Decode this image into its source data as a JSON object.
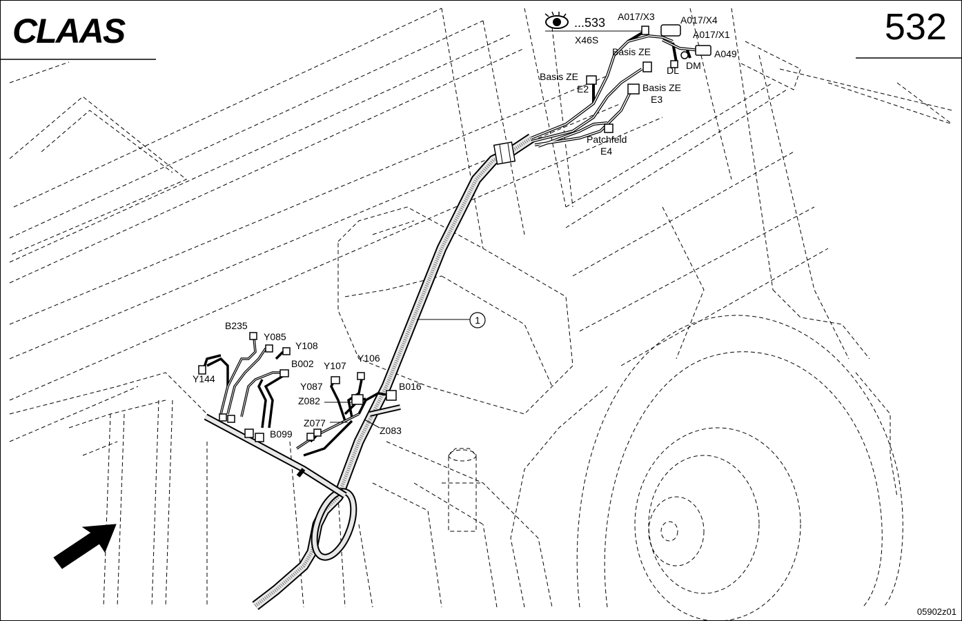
{
  "brand": {
    "logo_text": "CLAAS"
  },
  "page_number": "532",
  "figure_id": "05902z01",
  "view_reference": "...533",
  "callout": {
    "item": "1"
  },
  "labels": {
    "a017_x3": "A017/X3",
    "a017_x4": "A017/X4",
    "a017_x1": "A017/X1",
    "a049": "A049",
    "x46s": "X46S",
    "basis_ze_top": "Basis ZE",
    "dl": "DL",
    "dm": "DM",
    "basis_ze_e2": "Basis ZE",
    "e2": "E2",
    "basis_ze_e3": "Basis ZE",
    "e3": "E3",
    "patchfeld": "Patchfeld",
    "e4": "E4",
    "b235": "B235",
    "y085": "Y085",
    "y108": "Y108",
    "b002": "B002",
    "y107": "Y107",
    "y106": "Y106",
    "y144": "Y144",
    "y087": "Y087",
    "b016": "B016",
    "z082": "Z082",
    "z077": "Z077",
    "b099": "B099",
    "z083": "Z083"
  },
  "icons": {
    "view": "eye-icon",
    "direction": "arrow-icon"
  },
  "colors": {
    "ink": "#000000",
    "paper": "#ffffff",
    "harness_fill": "#e8e8e8"
  }
}
